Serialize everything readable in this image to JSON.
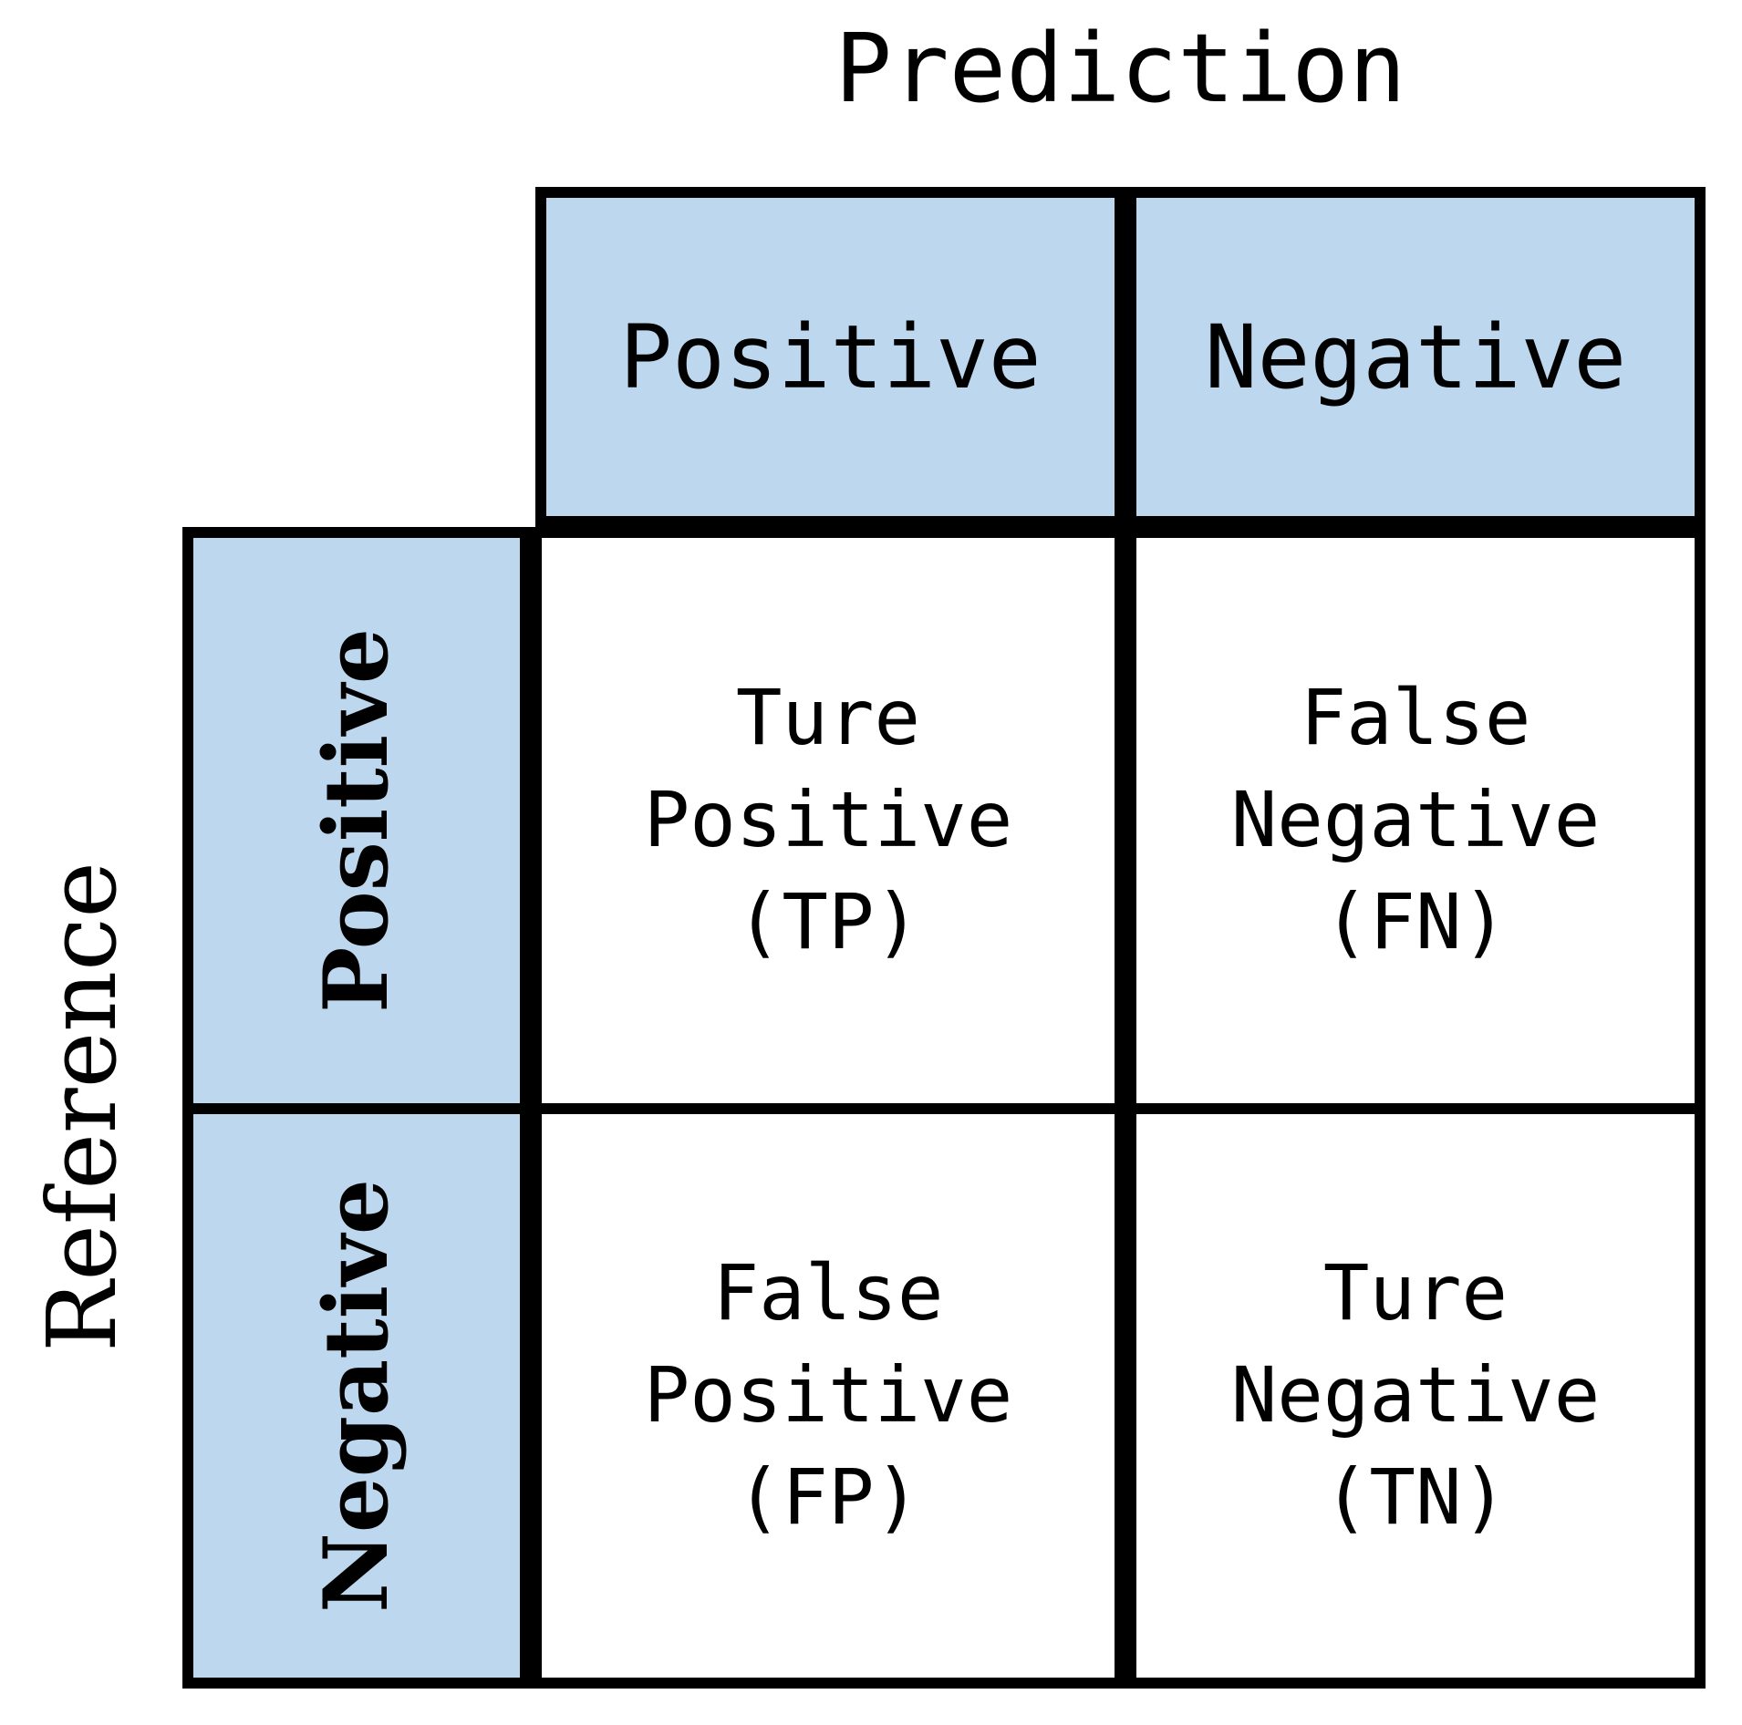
{
  "diagram": {
    "type": "confusion-matrix",
    "column_axis_label": "Prediction",
    "row_axis_label": "Reference",
    "column_headers": [
      "Positive",
      "Negative"
    ],
    "row_headers": [
      "Positive",
      "Negative"
    ],
    "colors": {
      "header_fill": "#bdd7ee",
      "cell_fill": "#ffffff",
      "border": "#000000",
      "text": "#000000"
    },
    "cells": {
      "true_positive": {
        "line1": "Ture",
        "line2": "Positive",
        "line3": "(TP)",
        "abbr": "TP"
      },
      "false_negative": {
        "line1": "False",
        "line2": "Negative",
        "line3": "(FN)",
        "abbr": "FN"
      },
      "false_positive": {
        "line1": "False",
        "line2": "Positive",
        "line3": "(FP)",
        "abbr": "FP"
      },
      "true_negative": {
        "line1": "Ture",
        "line2": "Negative",
        "line3": "(TN)",
        "abbr": "TN"
      }
    }
  }
}
